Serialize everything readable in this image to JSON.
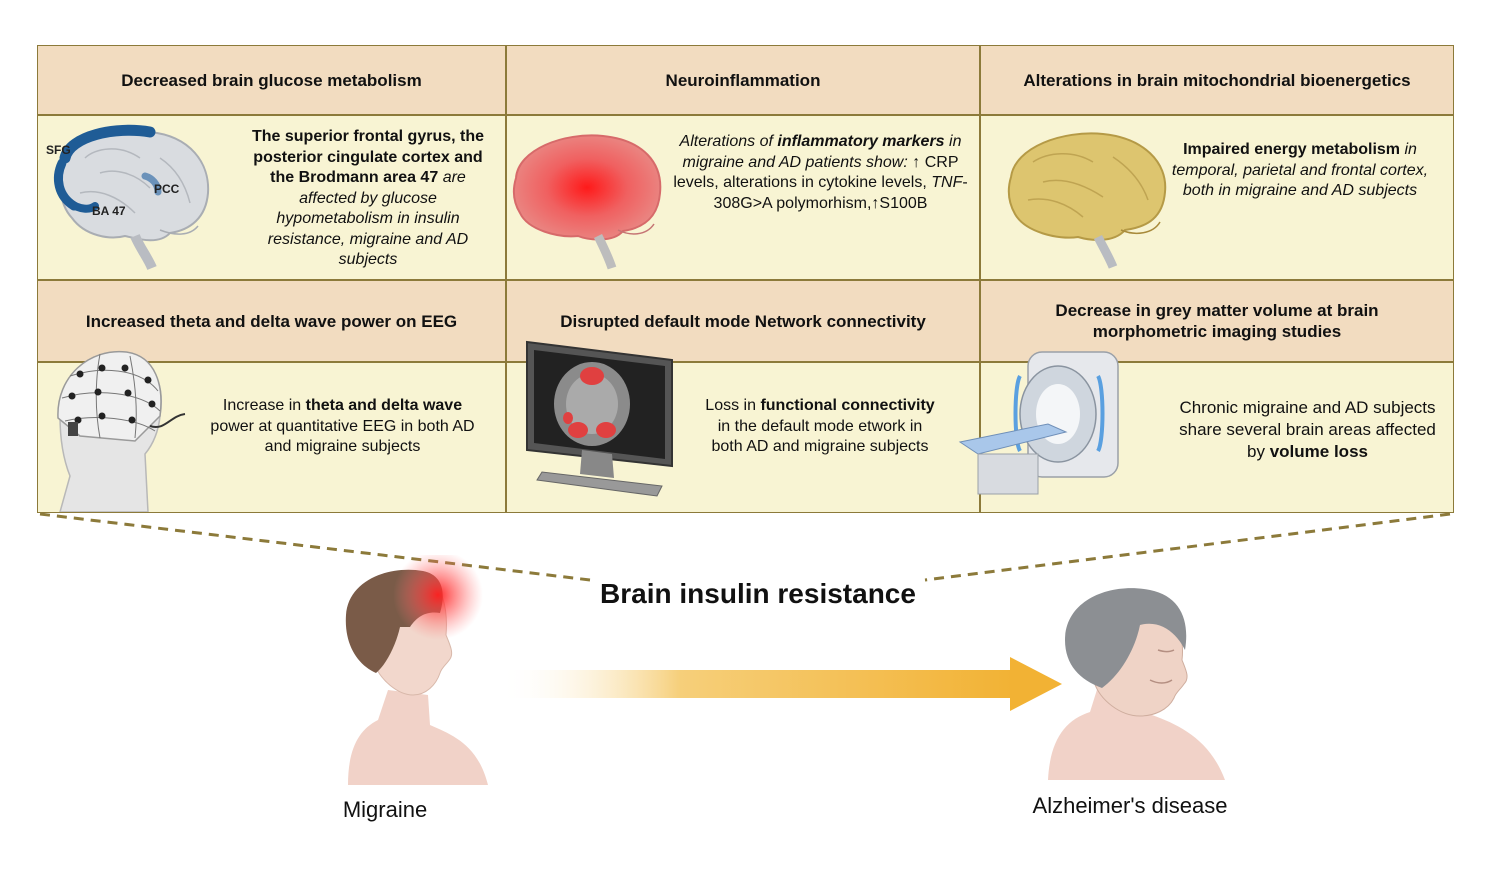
{
  "cells": [
    {
      "title": "Decreased brain glucose metabolism",
      "labels": {
        "sfg": "SFG",
        "pcc": "PCC",
        "ba47": "BA 47"
      },
      "text": {
        "bold": "The superior frontal gyrus, the posterior cingulate cortex and the Brodmann area 47",
        "italic": "are affected by glucose hypometabolism in insulin resistance, migraine and AD subjects"
      }
    },
    {
      "title": "Neuroinflammation",
      "text": {
        "italic_a": "Alterations of",
        "bold_italic": "inflammatory markers",
        "italic_b": "in migraine and AD patients show:",
        "line1": "↑ CRP levels, alterations in cytokine levels,",
        "tnf": "TNF",
        "line2": "-308G>A polymorhism,↑S100B"
      }
    },
    {
      "title": "Alterations in brain mitochondrial bioenergetics",
      "text": {
        "bold": "Impaired energy metabolism",
        "italic": "in temporal, parietal and frontal cortex, both in migraine and AD subjects"
      }
    },
    {
      "title": "Increased theta and delta wave power on EEG",
      "text": {
        "a": "Increase in",
        "bold": "theta and delta wave",
        "b": "power at quantitative EEG in both AD and migraine subjects"
      }
    },
    {
      "title": "Disrupted default mode Network connectivity",
      "text": {
        "a": "Loss in",
        "bold": "functional connectivity",
        "b": "in the default mode etwork in both AD and migraine subjects"
      }
    },
    {
      "title": "Decrease in grey matter volume at brain morphometric imaging studies",
      "text": {
        "a": "Chronic migraine and AD subjects share several brain areas affected by",
        "bold": "volume loss"
      }
    }
  ],
  "center_title": "Brain insulin resistance",
  "left_caption": "Migraine",
  "right_caption": "Alzheimer's disease",
  "colors": {
    "header_fill": "#f2dcc0",
    "body_fill": "#f8f4d3",
    "border": "#8c7a3a",
    "arrow": "#f2b234",
    "highlight_red": "#e8282b"
  }
}
